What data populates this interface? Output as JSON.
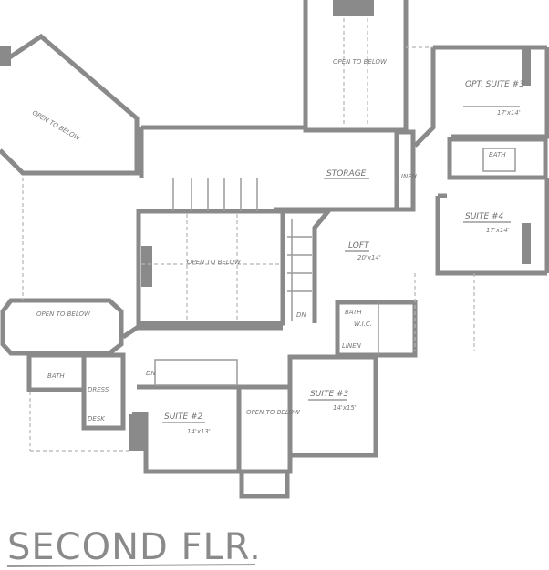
{
  "plan": {
    "title": "SECOND FLR.",
    "rooms": {
      "open_top_left": "OPEN TO BELOW",
      "open_top_center": "OPEN TO BELOW",
      "open_center": "OPEN TO BELOW",
      "open_left": "OPEN TO BELOW",
      "open_bottom": "OPEN TO BELOW",
      "storage": "STORAGE",
      "loft": "LOFT",
      "loft_dim": "20'x14'",
      "opt_suite3": "OPT. SUITE #3",
      "opt_suite3_dim": "17'x14'",
      "suite4": "SUITE #4",
      "suite4_dim": "17'x14'",
      "suite2": "SUITE #2",
      "suite2_dim": "14'x13'",
      "suite3": "SUITE #3",
      "suite3_dim": "14'x15'",
      "bath_left": "BATH",
      "bath_right": "BATH",
      "bath_top": "BATH",
      "wic": "W.I.C.",
      "linen_top": "LINEN",
      "linen_right": "LINEN",
      "dress": "DRESS",
      "desk": "DESK",
      "dn_main": "DN",
      "dn_lower": "DN"
    }
  }
}
